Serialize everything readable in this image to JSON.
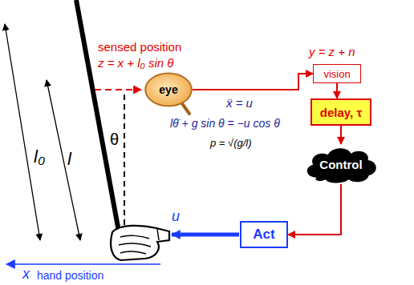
{
  "diagram": {
    "nodes": [
      {
        "text": [
          "eye"
        ]
      },
      {
        "text": [
          "vision"
        ]
      },
      {
        "text": [
          "delay, τ"
        ]
      },
      {
        "text": [
          "Control"
        ]
      },
      {
        "text": [
          "Act"
        ]
      }
    ],
    "edges": [
      {
        "from": 0,
        "to": 1,
        "arrow": "to"
      },
      {
        "from": 1,
        "to": 2,
        "arrow": "to"
      },
      {
        "from": 2,
        "to": 3,
        "arrow": "to"
      },
      {
        "from": 3,
        "to": 4,
        "arrow": "to"
      }
    ],
    "labels": [
      "sensed position",
      "z = x + l₀ sin θ",
      "y = z + n",
      "ẍ = u",
      "lθ̈ + g sin θ = −u cos θ",
      "p = √(g/l)",
      "l₀",
      "l",
      "θ",
      "u",
      "x",
      "hand position"
    ]
  }
}
